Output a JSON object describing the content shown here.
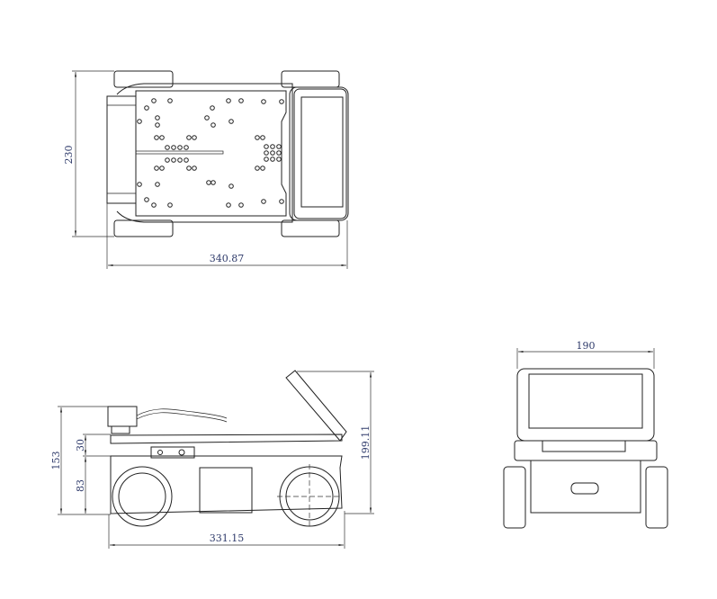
{
  "top_view": {
    "width_dim": "230",
    "length_dim": "340.87"
  },
  "side_view": {
    "total_height_dim": "153",
    "deck_dim": "30",
    "base_dim": "83",
    "length_dim": "331.15",
    "height_with_screen_dim": "199.11"
  },
  "front_view": {
    "width_dim": "190"
  }
}
